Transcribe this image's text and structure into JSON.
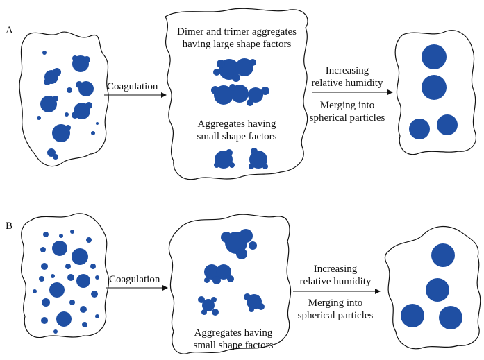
{
  "panels": [
    {
      "id": "A",
      "label": "A",
      "step1": "Coagulation",
      "middle_top_text": [
        "Dimer and trimer aggregates",
        "having large shape factors"
      ],
      "middle_bottom_text": [
        "Aggregates having",
        "small shape factors"
      ],
      "step2_above": [
        "Increasing",
        "relative humidity"
      ],
      "step2_below": [
        "Merging into",
        "spherical particles"
      ]
    },
    {
      "id": "B",
      "label": "B",
      "step1": "Coagulation",
      "middle_bottom_text": [
        "Aggregates having",
        "small shape factors"
      ],
      "step2_above": [
        "Increasing",
        "relative humidity"
      ],
      "step2_below": [
        "Merging into",
        "spherical particles"
      ]
    }
  ],
  "colors": {
    "particle": "#1f4fa3",
    "outline": "#111111"
  }
}
